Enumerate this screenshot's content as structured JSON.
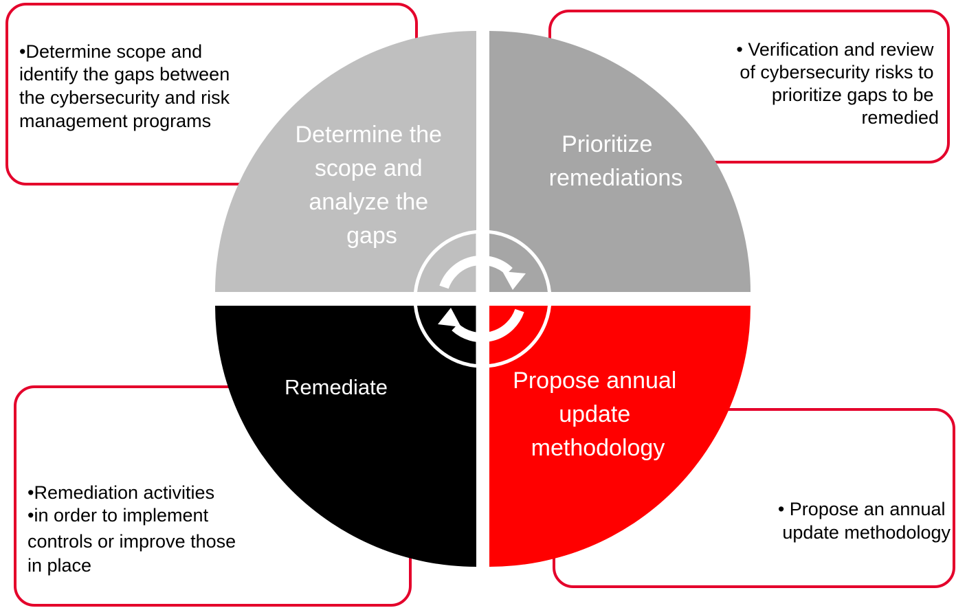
{
  "colors": {
    "border": "#e4002b",
    "q_top_left": "#bfbfbf",
    "q_top_right": "#a6a6a6",
    "q_bottom_left": "#000000",
    "q_bottom_right": "#ff0000",
    "quadrant_text_light": "#ffffff",
    "box_text": "#000000"
  },
  "quadrants": {
    "top_left": {
      "lines": [
        "Determine the",
        "scope and",
        "analyze the",
        "gaps"
      ]
    },
    "top_right": {
      "lines": [
        "Prioritize",
        "remediations"
      ]
    },
    "bottom_left": {
      "lines": [
        "Remediate"
      ]
    },
    "bottom_right": {
      "lines": [
        "Propose annual",
        "update",
        "methodology"
      ]
    }
  },
  "boxes": {
    "top_left": {
      "lines": [
        "•Determine scope and",
        "identify the gaps between",
        "the cybersecurity and risk",
        "management programs"
      ]
    },
    "top_right": {
      "lines": [
        "• Verification and review",
        "of cybersecurity risks to",
        "prioritize gaps to be",
        "remedied"
      ]
    },
    "bottom_left": {
      "lines": [
        "•Remediation activities",
        "•in order to implement",
        "controls or improve those",
        "in place"
      ]
    },
    "bottom_right": {
      "lines": [
        "• Propose an annual",
        "update methodology"
      ]
    }
  },
  "center": {
    "icon": "cycle-arrows-icon"
  }
}
